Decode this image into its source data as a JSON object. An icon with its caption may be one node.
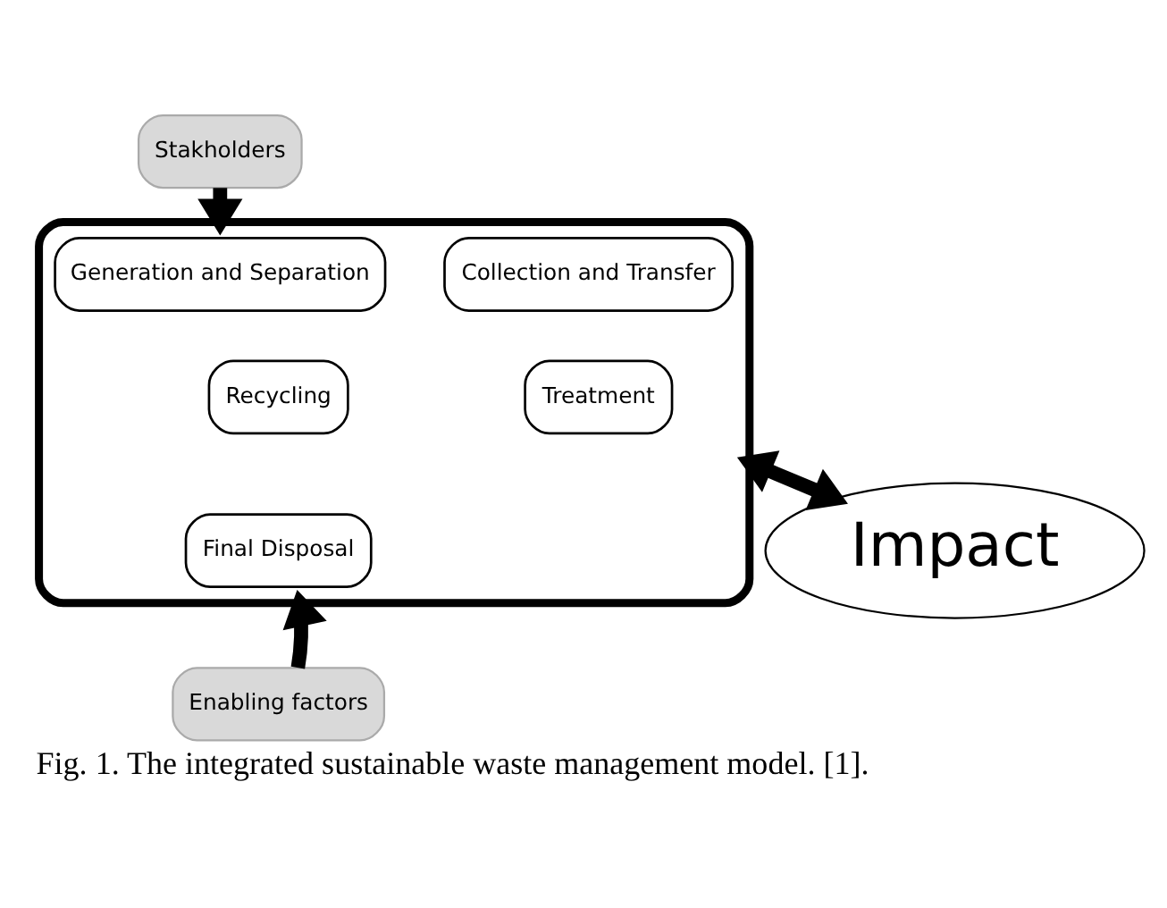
{
  "diagram": {
    "caption": "Fig. 1. The integrated sustainable waste management model. [1].",
    "nodes": [
      {
        "text": [
          "Stakholders"
        ]
      },
      {
        "text": [],
        "shape": "ellipse"
      },
      {
        "text": [
          "Generation and Separation"
        ],
        "in": 1
      },
      {
        "text": [
          "Collection and Transfer"
        ],
        "in": 1
      },
      {
        "text": [
          "Recycling"
        ],
        "in": 1
      },
      {
        "text": [
          "Treatment"
        ],
        "in": 1
      },
      {
        "text": [
          "Final Disposal"
        ],
        "in": 1
      },
      {
        "text": [
          "Impact"
        ]
      },
      {
        "text": [
          "Enabling factors"
        ]
      }
    ],
    "edges": [
      {
        "from": 0,
        "to": 1,
        "arrow": "to"
      },
      {
        "from": 8,
        "to": 1,
        "arrow": "to"
      },
      {
        "from": 1,
        "to": 7,
        "arrow": "both"
      }
    ]
  }
}
